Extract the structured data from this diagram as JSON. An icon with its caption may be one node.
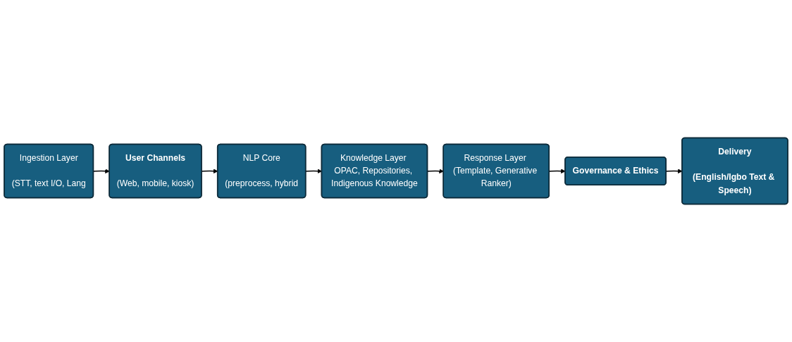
{
  "diagram": {
    "nodes": [
      {
        "text": [
          "Ingestion Layer",
          "(STT, text I/O, Lang"
        ]
      },
      {
        "text": [
          "User Channels",
          "(Web, mobile, kiosk)"
        ]
      },
      {
        "text": [
          "NLP Core",
          "(preprocess, hybrid"
        ]
      },
      {
        "text": [
          "Knowledge Layer OPAC, Repositories, Indigenous Knowledge"
        ]
      },
      {
        "text": [
          "Response Layer (Template, Generative Ranker)"
        ]
      },
      {
        "text": [
          "Governance & Ethics"
        ]
      },
      {
        "text": [
          "Delivery",
          "(English/Igbo Text & Speech)"
        ]
      }
    ],
    "edges": [
      {
        "from": 0,
        "to": 1,
        "arrow": "to"
      },
      {
        "from": 1,
        "to": 2,
        "arrow": "to"
      },
      {
        "from": 2,
        "to": 3,
        "arrow": "to"
      },
      {
        "from": 3,
        "to": 4,
        "arrow": "to"
      },
      {
        "from": 4,
        "to": 5,
        "arrow": "to"
      },
      {
        "from": 5,
        "to": 6,
        "arrow": "to"
      }
    ]
  }
}
